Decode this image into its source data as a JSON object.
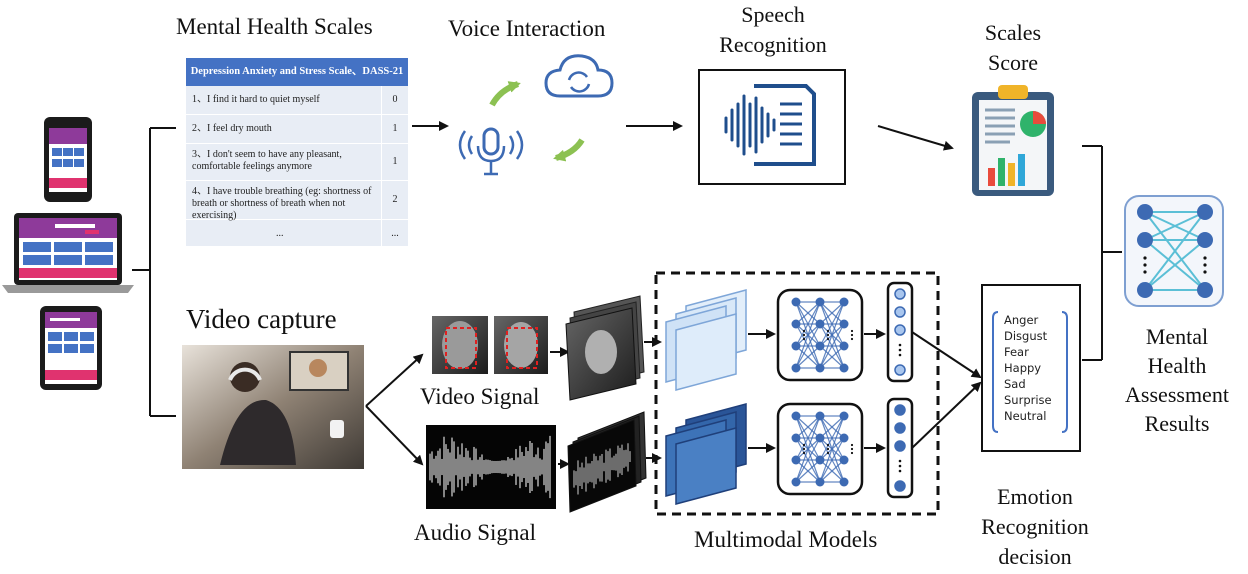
{
  "labels": {
    "mental_scales": "Mental Health Scales",
    "voice_interaction": "Voice Interaction",
    "speech_recognition": [
      "Speech",
      "Recognition"
    ],
    "scales_score": [
      "Scales",
      "Score"
    ],
    "video_capture": "Video capture",
    "video_signal": "Video Signal",
    "audio_signal": "Audio Signal",
    "multimodal_models": "Multimodal Models",
    "emotion_decision": [
      "Emotion",
      "Recognition",
      "decision"
    ],
    "results": [
      "Mental",
      "Health",
      "Assessment",
      "Results"
    ]
  },
  "scale": {
    "title": "Depression Anxiety and Stress Scale、DASS-21",
    "rows": [
      {
        "q": "1、I find it hard to quiet myself",
        "s": "0"
      },
      {
        "q": "2、I feel dry mouth",
        "s": "1"
      },
      {
        "q": "3、I don't seem to have any pleasant, comfortable feelings anymore",
        "s": "1"
      },
      {
        "q": "4、I have trouble breathing (eg: shortness of breath or shortness of breath when not exercising)",
        "s": "2"
      },
      {
        "q": "...",
        "s": "..."
      }
    ]
  },
  "emotions": [
    "Anger",
    "Disgust",
    "Fear",
    "Happy",
    "Sad",
    "Surprise",
    "Neutral"
  ],
  "colors": {
    "accent_blue": "#4472c4",
    "arrow_green": "#8cc152",
    "device_pink": "#e0336f",
    "device_purple": "#8e3a9a",
    "node_blue": "#3d6ab3"
  }
}
